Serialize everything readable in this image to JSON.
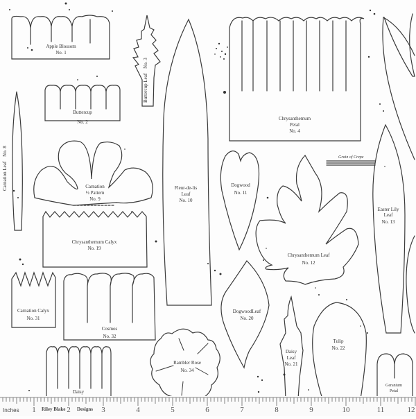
{
  "sheet": {
    "background": "#fdfdfd",
    "ink_color": "#3a3a3a",
    "patterns": {
      "apple_blossom": {
        "name": "Apple Blossom",
        "number": "No. 1"
      },
      "buttercup": {
        "name": "Buttercup",
        "number": "No. 2"
      },
      "buttercup_leaf": {
        "name": "Buttercup Leaf",
        "number": "No. 3"
      },
      "chrysanthemum_petal": {
        "name": "Chrysanthemum",
        "sub": "Petal",
        "number": "No. 4"
      },
      "carnation_leaf": {
        "name": "Carnation Leaf",
        "number": "No. 8"
      },
      "carnation": {
        "name": "Carnation",
        "sub": "½ Pattern",
        "number": "No. 9"
      },
      "fleur_de_lis_leaf": {
        "name": "Fleur-de-lis",
        "sub": "Leaf",
        "number": "No. 10"
      },
      "dogwood": {
        "name": "Dogwood",
        "number": "No. 11"
      },
      "chrysanthemum_leaf": {
        "name": "Chrysanthemum Leaf",
        "number": "No. 12"
      },
      "easter_lily_leaf": {
        "name": "Easter Lily",
        "sub": "Leaf",
        "number": "No. 13"
      },
      "chrysanthemum_calyx": {
        "name": "Chrysanthemum Calyx",
        "number": "No. 19"
      },
      "dogwood_leaf": {
        "name": "DogwoodLeaf",
        "number": "No. 20"
      },
      "daisy_leaf": {
        "name": "Daisy",
        "sub": "Leaf",
        "number": "No. 21"
      },
      "tulip": {
        "name": "Tulip",
        "number": "No. 22"
      },
      "carnation_calyx": {
        "name": "Carnation Calyx",
        "number": "No. 31"
      },
      "cosmos": {
        "name": "Cosmos",
        "number": "No. 32"
      },
      "rambler_rose": {
        "name": "Rambler Rose",
        "number": "No. 34"
      },
      "daisy": {
        "name": "Daisy"
      },
      "geranium_petal": {
        "name": "Geranium",
        "sub": "Petal"
      }
    },
    "grain_label": "Grain of Crepe"
  },
  "ruler": {
    "unit_label": "Inches",
    "brand_words": [
      "Riley Blake",
      "Designs"
    ],
    "numbers": [
      "1",
      "2",
      "3",
      "4",
      "5",
      "6",
      "7",
      "8",
      "9",
      "10",
      "11",
      "12"
    ]
  }
}
